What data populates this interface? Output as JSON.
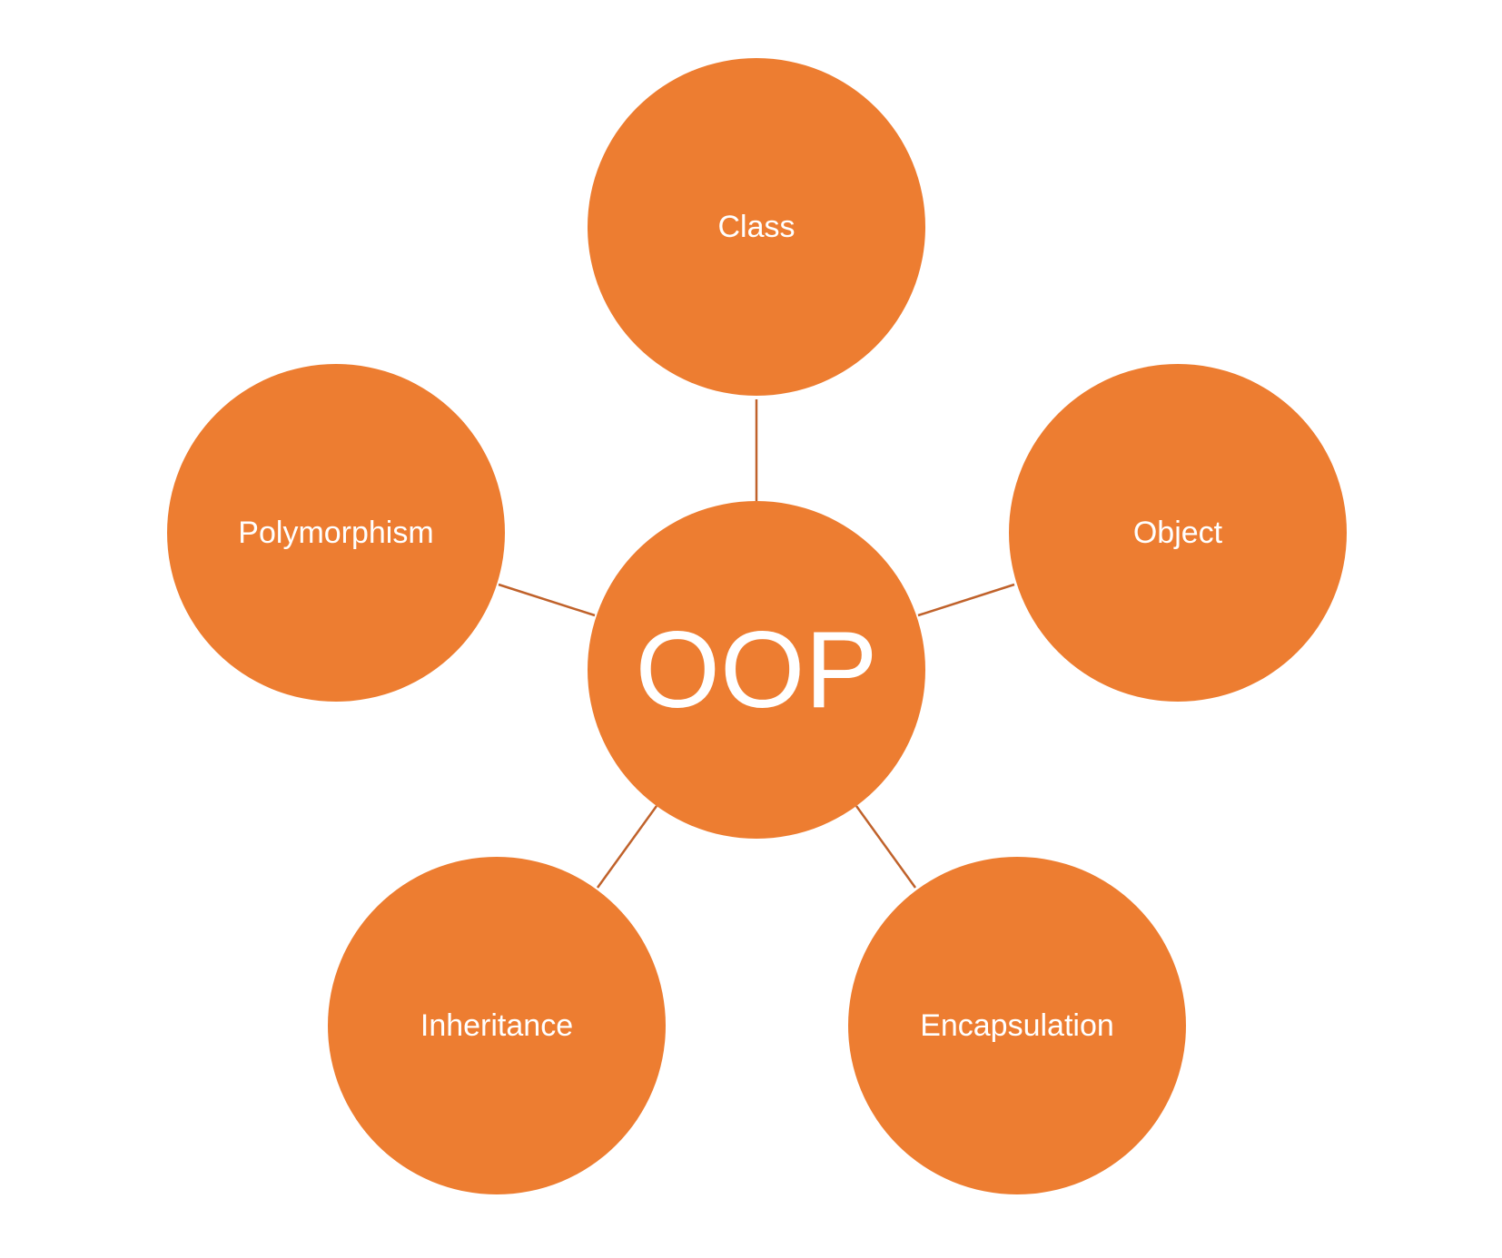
{
  "colors": {
    "node_fill": "#ED7D31",
    "connector": "#C0622B",
    "label": "#FFFFFF",
    "background": "#FFFFFF"
  },
  "center": {
    "label": "OOP"
  },
  "nodes": [
    {
      "id": "class",
      "label": "Class"
    },
    {
      "id": "object",
      "label": "Object"
    },
    {
      "id": "encapsulation",
      "label": "Encapsulation"
    },
    {
      "id": "inheritance",
      "label": "Inheritance"
    },
    {
      "id": "polymorphism",
      "label": "Polymorphism"
    }
  ]
}
